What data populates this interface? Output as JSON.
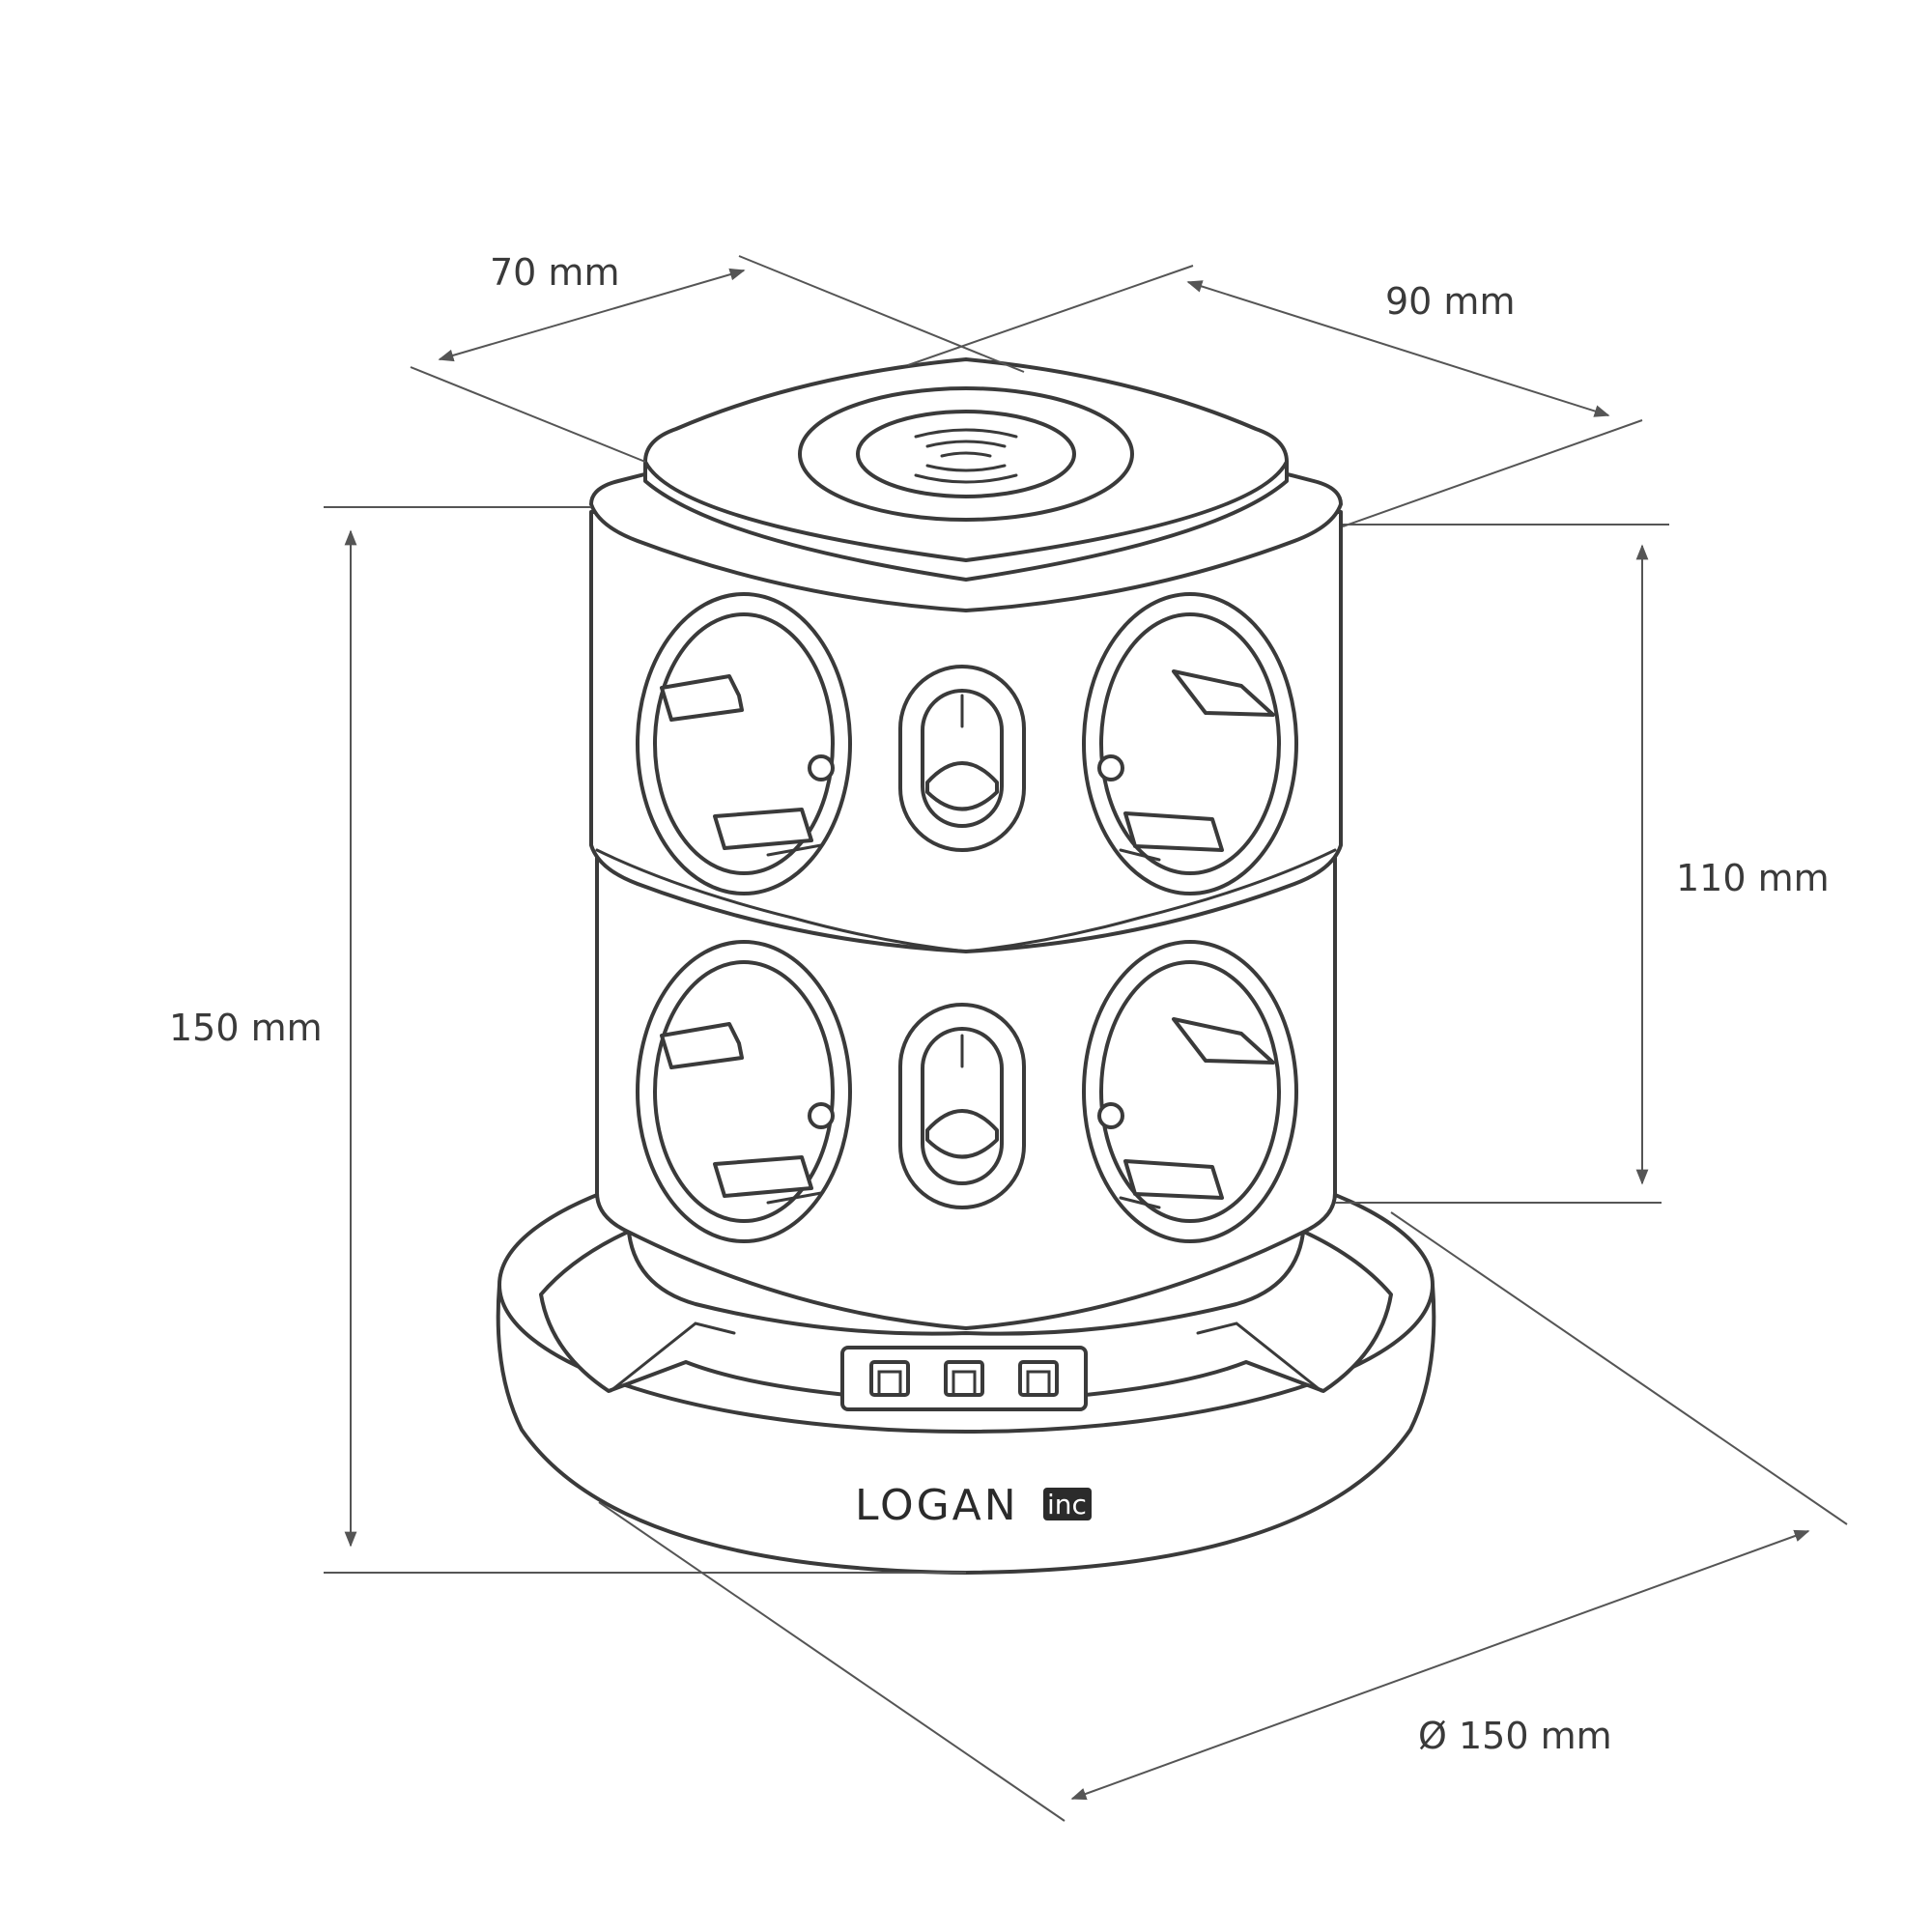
{
  "dimensions": {
    "width_top": "70 mm",
    "depth_top": "90 mm",
    "height_total": "150 mm",
    "height_body": "110 mm",
    "diameter_base": "Ø 150 mm"
  },
  "brand": {
    "name": "LOGAN",
    "badge": "inc"
  },
  "colors": {
    "line": "#3a3a3a",
    "background": "#ffffff"
  }
}
